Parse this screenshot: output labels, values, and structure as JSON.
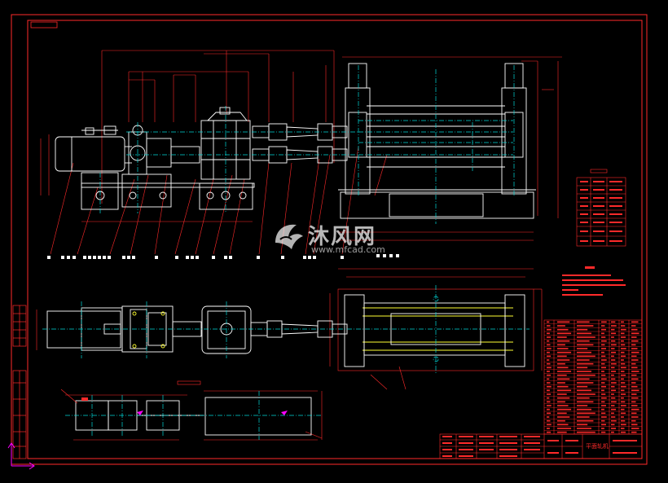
{
  "watermark": {
    "brand": "沐风网",
    "url": "www.mfcad.com"
  },
  "title_block": {
    "name": "平面轧机"
  },
  "colors": {
    "frame": "#ff2a2a",
    "outline": "#ffffff",
    "center": "#00d8d8",
    "hidden": "#ffff33",
    "accent": "#ff00ff"
  }
}
